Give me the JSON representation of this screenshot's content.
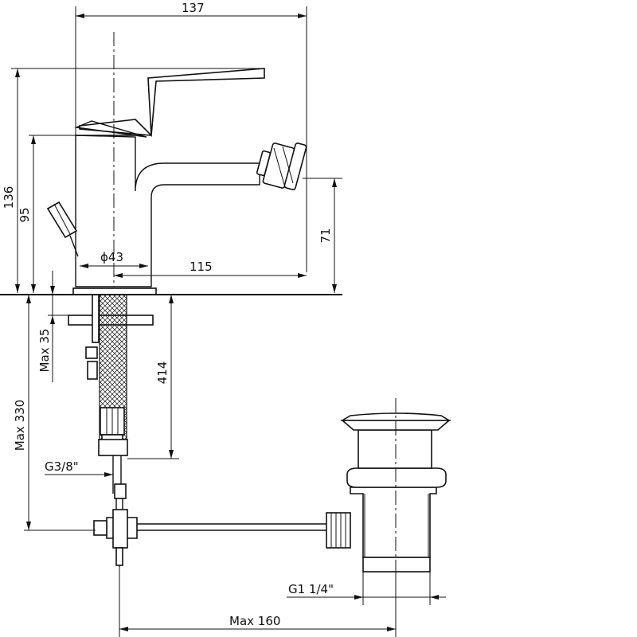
{
  "dimensions": {
    "width_total": "137",
    "height_total": "136",
    "spout_height": "95",
    "outlet_height": "71",
    "base_diameter": "ϕ43",
    "spout_reach": "115",
    "deck_thickness": "Max 35",
    "hose_length": "414",
    "max_height": "Max 330",
    "inlet_thread": "G3/8\"",
    "waste_thread": "G1 1/4\"",
    "max_rod_length": "Max 160"
  }
}
